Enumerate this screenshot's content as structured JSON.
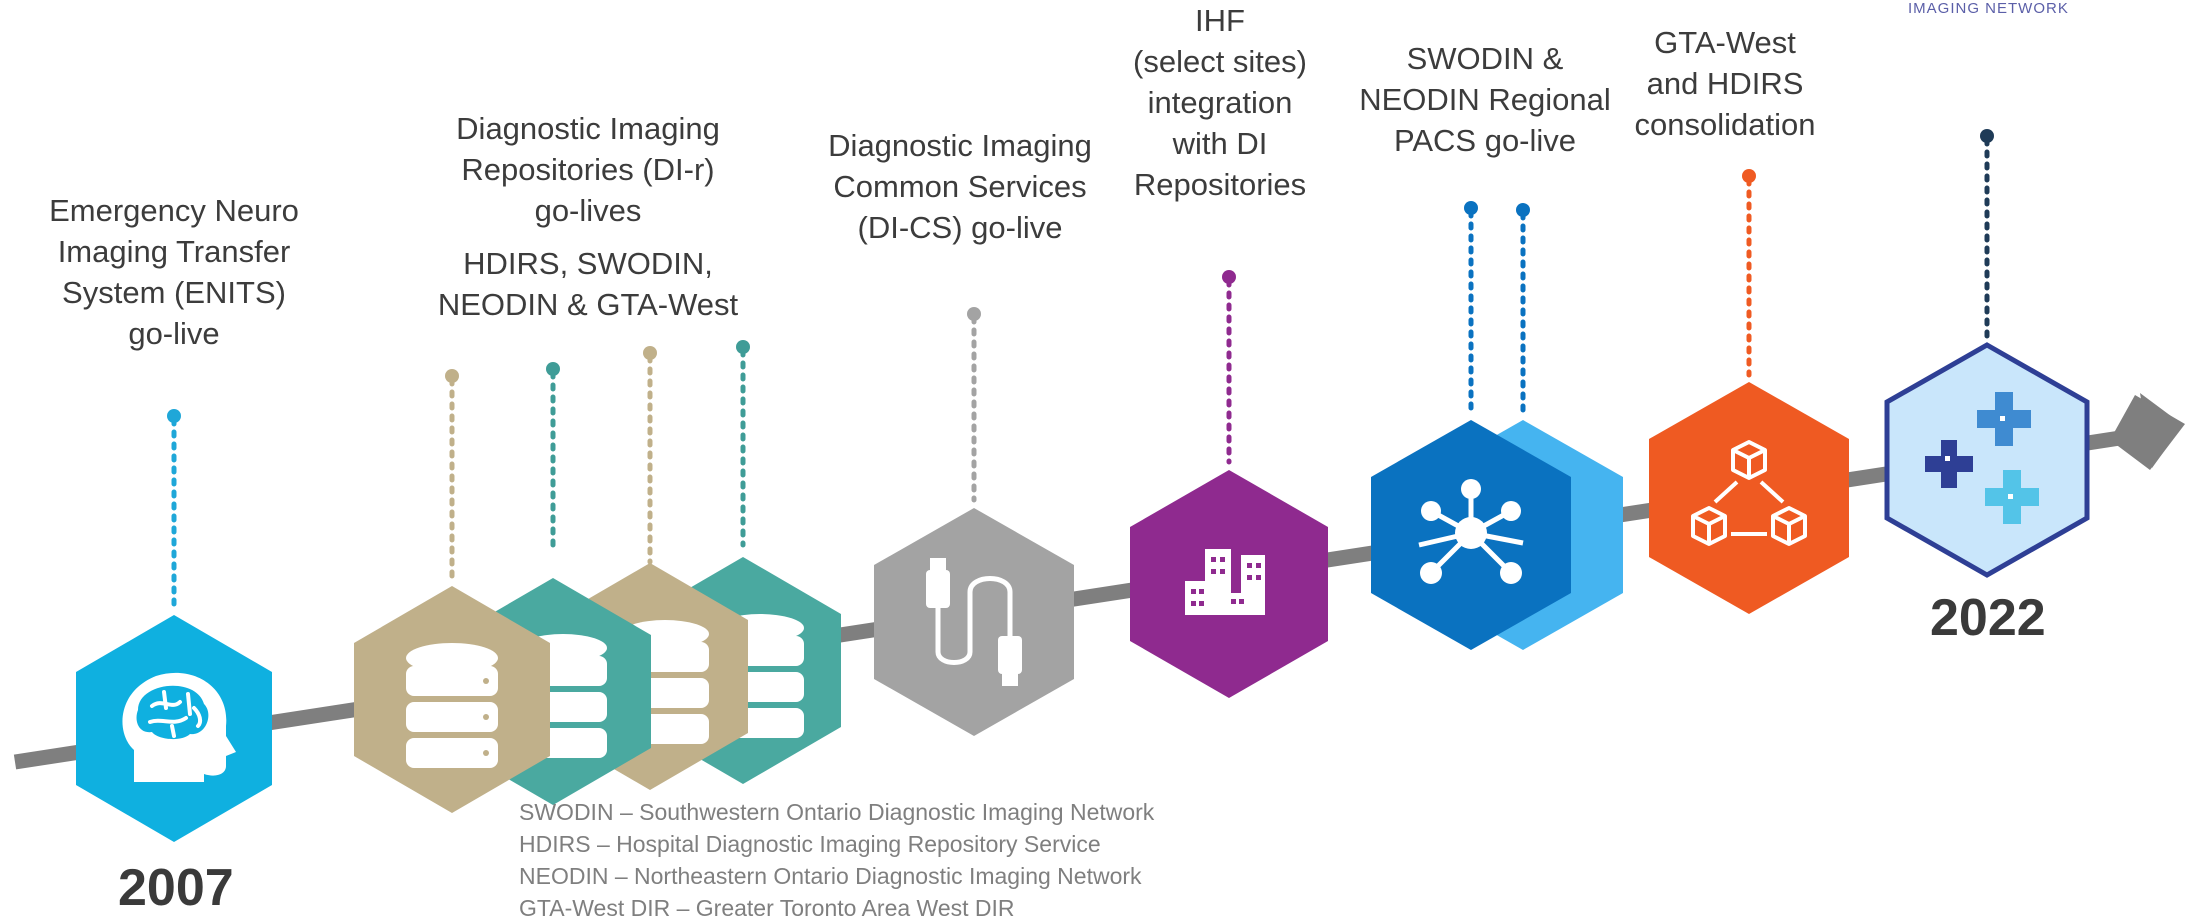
{
  "logo_text": "IMAGING NETWORK",
  "milestones": [
    {
      "id": "enits",
      "lines": [
        "Emergency Neuro",
        "Imaging Transfer",
        "System (ENITS)",
        "go-live"
      ],
      "icon": "brain-head-icon",
      "color": "#0fb0e0"
    },
    {
      "id": "dir",
      "lines": [
        "Diagnostic Imaging",
        "Repositories (DI-r)",
        "go-lives"
      ],
      "sub_lines": [
        "HDIRS, SWODIN,",
        "NEODIN & GTA-West"
      ],
      "icon": "database-icon",
      "colors": [
        "#c0b08a",
        "#4aa9a0"
      ]
    },
    {
      "id": "dics",
      "lines": [
        "Diagnostic Imaging",
        "Common Services",
        "(DI-CS) go-live"
      ],
      "icon": "usb-cable-icon",
      "color": "#a3a3a3"
    },
    {
      "id": "ihf",
      "lines": [
        "IHF",
        "(select sites)",
        "integration",
        "with DI",
        "Repositories"
      ],
      "icon": "buildings-icon",
      "color": "#8f2a8f"
    },
    {
      "id": "pacs",
      "lines": [
        "SWODIN &",
        "NEODIN Regional",
        "PACS go-live"
      ],
      "icon": "network-hub-icon",
      "colors": [
        "#0a72c0",
        "#45b4f0"
      ]
    },
    {
      "id": "consolidation",
      "lines": [
        "GTA-West",
        "and HDIRS",
        "consolidation"
      ],
      "icon": "cubes-network-icon",
      "color": "#ef5a22"
    },
    {
      "id": "future",
      "lines": [],
      "icon": "medical-crosses-icon",
      "color": "#c9e6fb"
    }
  ],
  "years": {
    "start": "2007",
    "end": "2022"
  },
  "legend": [
    "SWODIN – Southwestern Ontario Diagnostic Imaging Network",
    "HDIRS – Hospital Diagnostic Imaging Repository Service",
    "NEODIN – Northeastern Ontario Diagnostic Imaging Network",
    "GTA-West DIR – Greater Toronto Area West DIR"
  ]
}
